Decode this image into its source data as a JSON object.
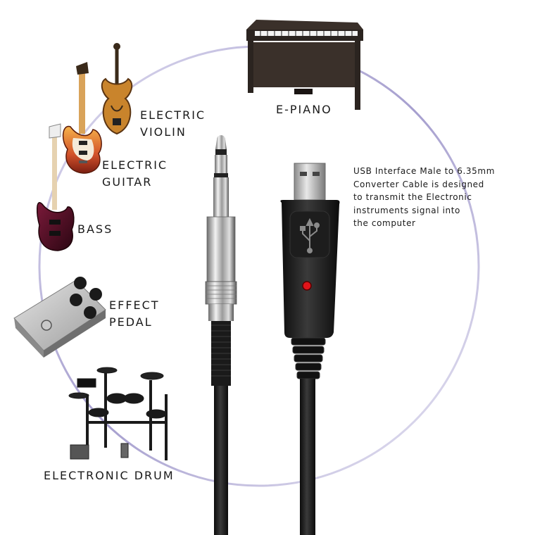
{
  "labels": {
    "electric_violin": [
      "ELECTRIC",
      "VIOLIN"
    ],
    "electric_guitar": [
      "ELECTRIC",
      "GUITAR"
    ],
    "bass": "BASS",
    "effect_pedal": [
      "EFFECT",
      "PEDAL"
    ],
    "electronic_drum": "ELECTRONIC DRUM",
    "e_piano": "E-PIANO"
  },
  "description": [
    "USB Interface Male to 6.35mm",
    "Converter Cable is designed",
    "to transmit the Electronic",
    "instruments signal into",
    "the computer"
  ],
  "colors": {
    "arc_accent": "#9b93c9",
    "led_red": "#e0141a",
    "cable_black": "#111111"
  },
  "icons": [
    "usb-symbol-icon"
  ]
}
